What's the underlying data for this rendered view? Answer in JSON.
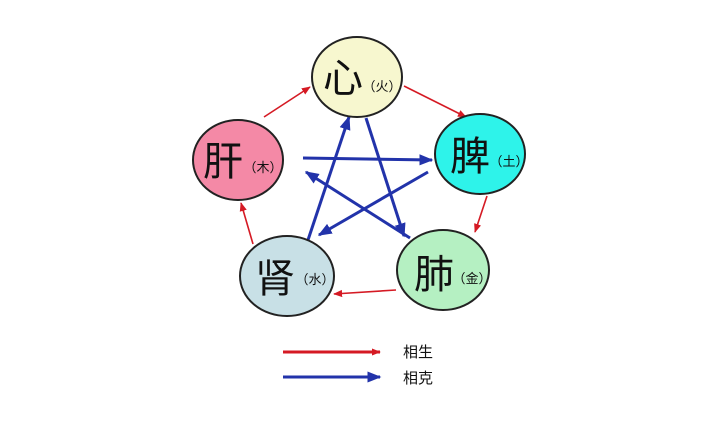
{
  "nodes": [
    {
      "id": "heart",
      "organ": "心",
      "element": "（火）",
      "fill": "#f7f7cf"
    },
    {
      "id": "spleen",
      "organ": "脾",
      "element": "（土）",
      "fill": "#2ef3ea"
    },
    {
      "id": "lung",
      "organ": "肺",
      "element": "（金）",
      "fill": "#b5f0c2"
    },
    {
      "id": "kidney",
      "organ": "肾",
      "element": "（水）",
      "fill": "#c8e0e6"
    },
    {
      "id": "liver",
      "organ": "肝",
      "element": "（木）",
      "fill": "#f489a6"
    }
  ],
  "legend": {
    "generating": "相生",
    "controlling": "相克"
  },
  "colors": {
    "generating": "#d51a24",
    "controlling": "#2233aa",
    "node_border": "#222222"
  }
}
